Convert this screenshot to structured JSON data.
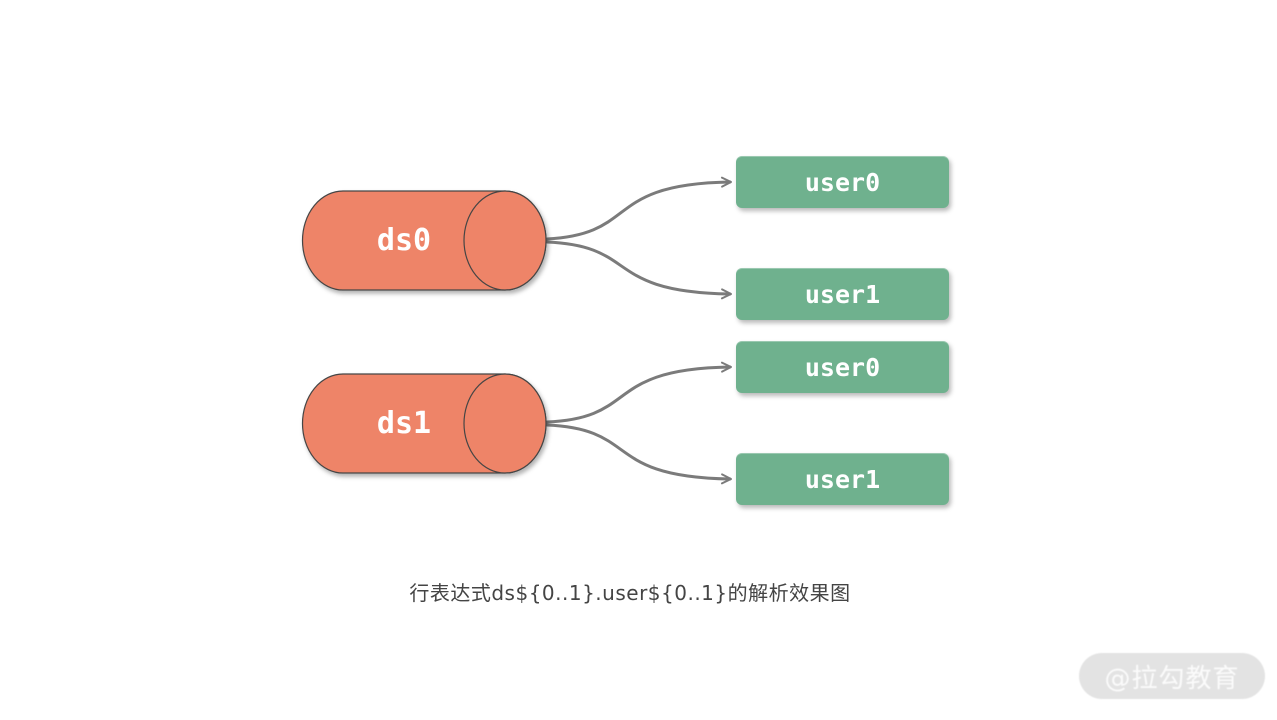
{
  "colors": {
    "canvas_bg": "#ffffff",
    "cylinder_fill": "#ee8467",
    "cylinder_stroke": "#454545",
    "box_fill": "#6fb18e",
    "arrow": "#7b7b7b",
    "label_text": "#ffffff",
    "caption_text": "#444444",
    "watermark_bg": "#e3e3e3",
    "watermark_text": "#fbfbfb"
  },
  "diagram": {
    "datasources": [
      {
        "label": "ds0"
      },
      {
        "label": "ds1"
      }
    ],
    "tables": [
      {
        "label": "user0",
        "source": "ds0"
      },
      {
        "label": "user1",
        "source": "ds0"
      },
      {
        "label": "user0",
        "source": "ds1"
      },
      {
        "label": "user1",
        "source": "ds1"
      }
    ]
  },
  "caption": {
    "text": "行表达式ds${0..1}.user${0..1}的解析效果图"
  },
  "watermark": {
    "text": "@拉勾教育"
  }
}
